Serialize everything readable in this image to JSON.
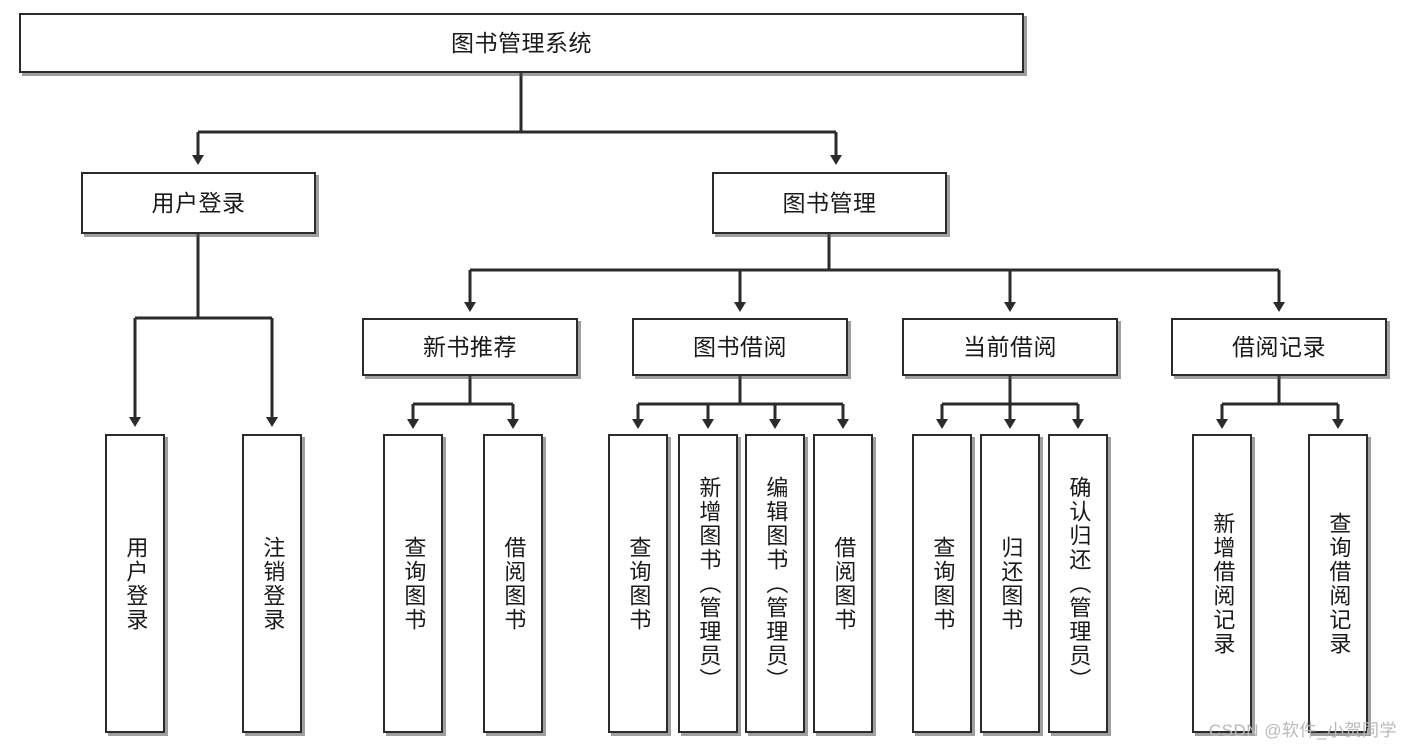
{
  "diagram": {
    "title_node": {
      "label": "图书管理系统"
    },
    "level2": [
      {
        "id": "user-login",
        "label": "用户登录"
      },
      {
        "id": "book-management",
        "label": "图书管理"
      }
    ],
    "level3": [
      {
        "id": "new-book-recommend",
        "label": "新书推荐"
      },
      {
        "id": "book-borrow",
        "label": "图书借阅"
      },
      {
        "id": "current-borrow",
        "label": "当前借阅"
      },
      {
        "id": "borrow-record",
        "label": "借阅记录"
      }
    ],
    "leaves": [
      {
        "id": "leaf-user-login",
        "label": "用户登录"
      },
      {
        "id": "leaf-logout-login",
        "label": "注销登录"
      },
      {
        "id": "leaf-query-book-1",
        "label": "查询图书"
      },
      {
        "id": "leaf-borrow-book-1",
        "label": "借阅图书"
      },
      {
        "id": "leaf-query-book-2",
        "label": "查询图书"
      },
      {
        "id": "leaf-add-book-admin",
        "label": "新增图书（管理员）"
      },
      {
        "id": "leaf-edit-book-admin",
        "label": "编辑图书（管理员）"
      },
      {
        "id": "leaf-borrow-book-2",
        "label": "借阅图书"
      },
      {
        "id": "leaf-query-book-3",
        "label": "查询图书"
      },
      {
        "id": "leaf-return-book",
        "label": "归还图书"
      },
      {
        "id": "leaf-confirm-return-admin",
        "label": "确认归还（管理员）"
      },
      {
        "id": "leaf-add-borrow-record",
        "label": "新增借阅记录"
      },
      {
        "id": "leaf-query-borrow-record",
        "label": "查询借阅记录"
      }
    ],
    "watermark": "CSDN @软件_小贺同学",
    "colors": {
      "box_border": "#2b2b2b",
      "box_fill": "#ffffff",
      "edge": "#2b2b2b",
      "text": "#1a1a1a",
      "watermark": "#b9b9b9",
      "background": "#ffffff"
    }
  }
}
